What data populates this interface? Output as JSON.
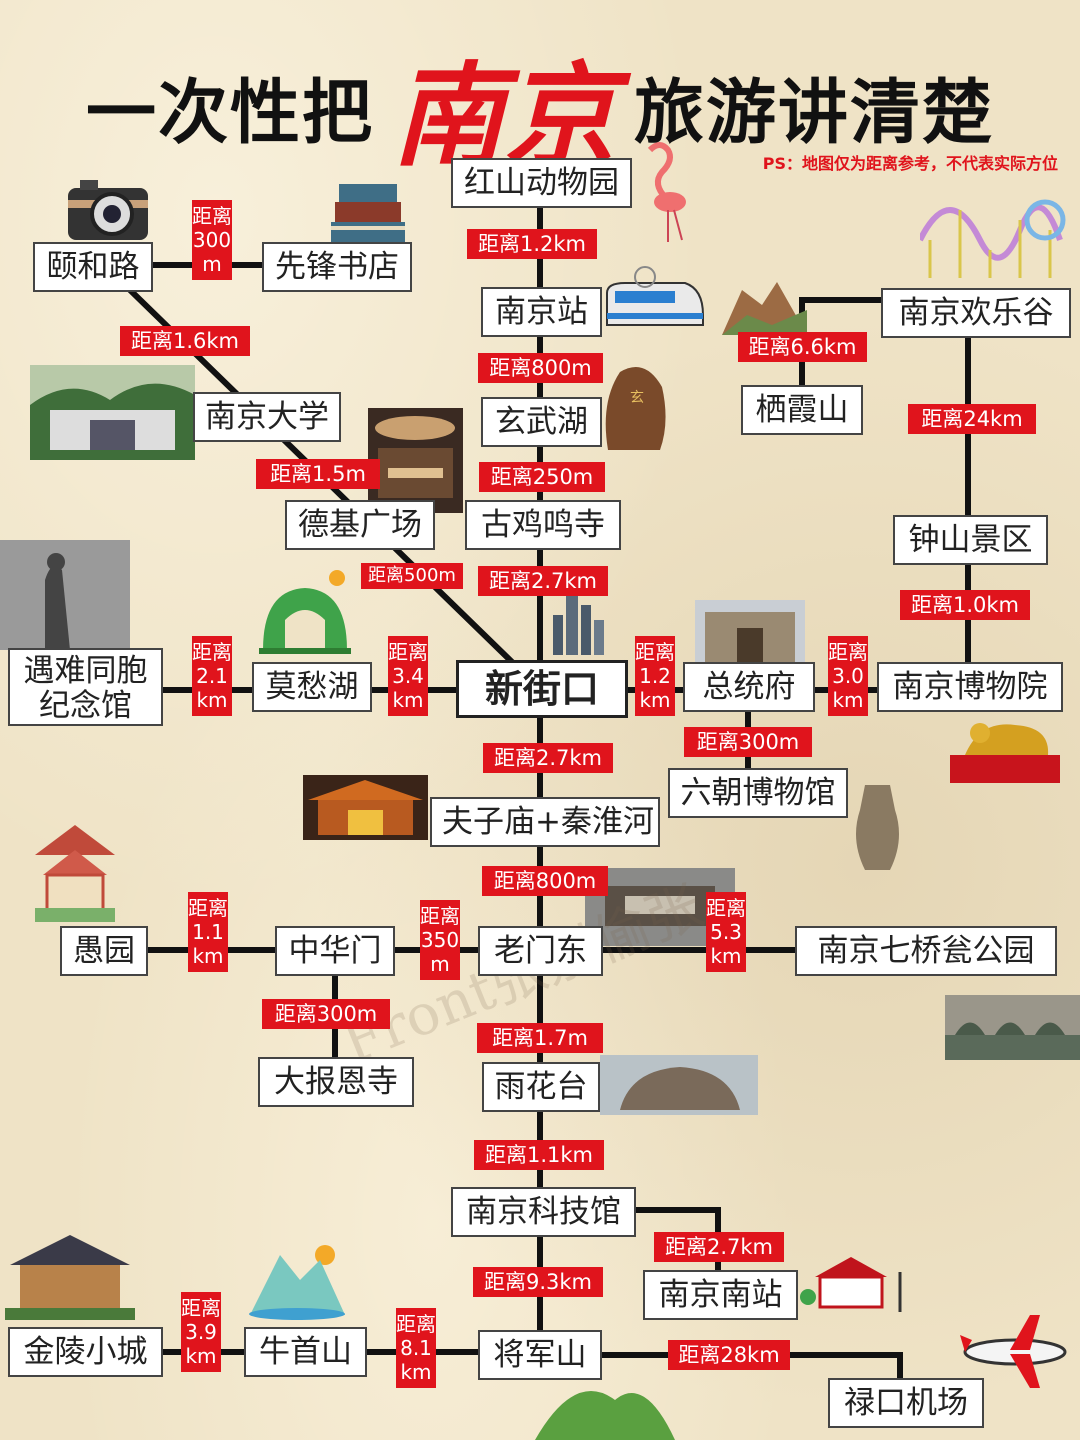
{
  "title": {
    "part1": "一次性把",
    "city": "南京",
    "part2": "旅游讲清楚"
  },
  "note": "PS：地图仅为距离参考，不代表实际方位",
  "watermark": "Front张别偷张",
  "colors": {
    "accent": "#e0141c",
    "line": "#111111",
    "paper": "#efe3c6"
  },
  "places": {
    "hongshan": "红山动物园",
    "nanjing_station": "南京站",
    "xuanwu_lake": "玄武湖",
    "jiming_temple": "古鸡鸣寺",
    "xinjiekou": "新街口",
    "yihe_road": "颐和路",
    "xianfeng_bookstore": "先锋书店",
    "nanjing_university": "南京大学",
    "deji_plaza": "德基广场",
    "memorial": "遇难同胞纪念馆",
    "mochou_lake": "莫愁湖",
    "happy_valley": "南京欢乐谷",
    "qixia_mountain": "栖霞山",
    "zhongshan": "钟山景区",
    "presidential_palace": "总统府",
    "nanjing_museum": "南京博物院",
    "six_dynasties_museum": "六朝博物馆",
    "fuzimiao": "夫子庙+秦淮河",
    "laomendong": "老门东",
    "zhonghuamen": "中华门",
    "yuyuan": "愚园",
    "qiqiaoweng": "南京七桥瓮公园",
    "dabaoen": "大报恩寺",
    "yuhuatai": "雨花台",
    "science_museum": "南京科技馆",
    "south_station": "南京南站",
    "jiangjun_mountain": "将军山",
    "niushou_mountain": "牛首山",
    "jinling_town": "金陵小城",
    "lukou_airport": "禄口机场"
  },
  "distances": {
    "hongshan_station": "距离1.2km",
    "station_xuanwu": "距离800m",
    "xuanwu_jiming": "距离250m",
    "jiming_xinjiekou": "距离2.7km",
    "yihe_xianfeng": "距离300m",
    "yihe_nju": "距离1.6km",
    "nju_deji": "距离1.5m",
    "deji_xinjiekou": "距离500m",
    "memorial_mochou": "距离2.1km",
    "mochou_xinjiekou": "距离3.4km",
    "qixia_happy": "距离6.6km",
    "happy_zhongshan": "距离24km",
    "zhongshan_museum": "距离1.0km",
    "xinjiekou_palace": "距离1.2km",
    "palace_museum": "距离3.0km",
    "palace_six": "距离300m",
    "xinjiekou_fuzimiao": "距离2.7km",
    "fuzimiao_laomendong": "距离800m",
    "yuyuan_zhonghuamen": "距离1.1km",
    "zhonghuamen_laomendong": "距离350m",
    "laomendong_qiqiao": "距离5.3km",
    "zhonghuamen_dabaoen": "距离300m",
    "laomendong_yuhuatai": "距离1.7m",
    "yuhuatai_science": "距离1.1km",
    "science_south": "距离2.7km",
    "science_jiangjun": "距离9.3km",
    "jinling_niushou": "距离3.9km",
    "niushou_jiangjun": "距离8.1km",
    "jiangjun_airport": "距离28km"
  }
}
